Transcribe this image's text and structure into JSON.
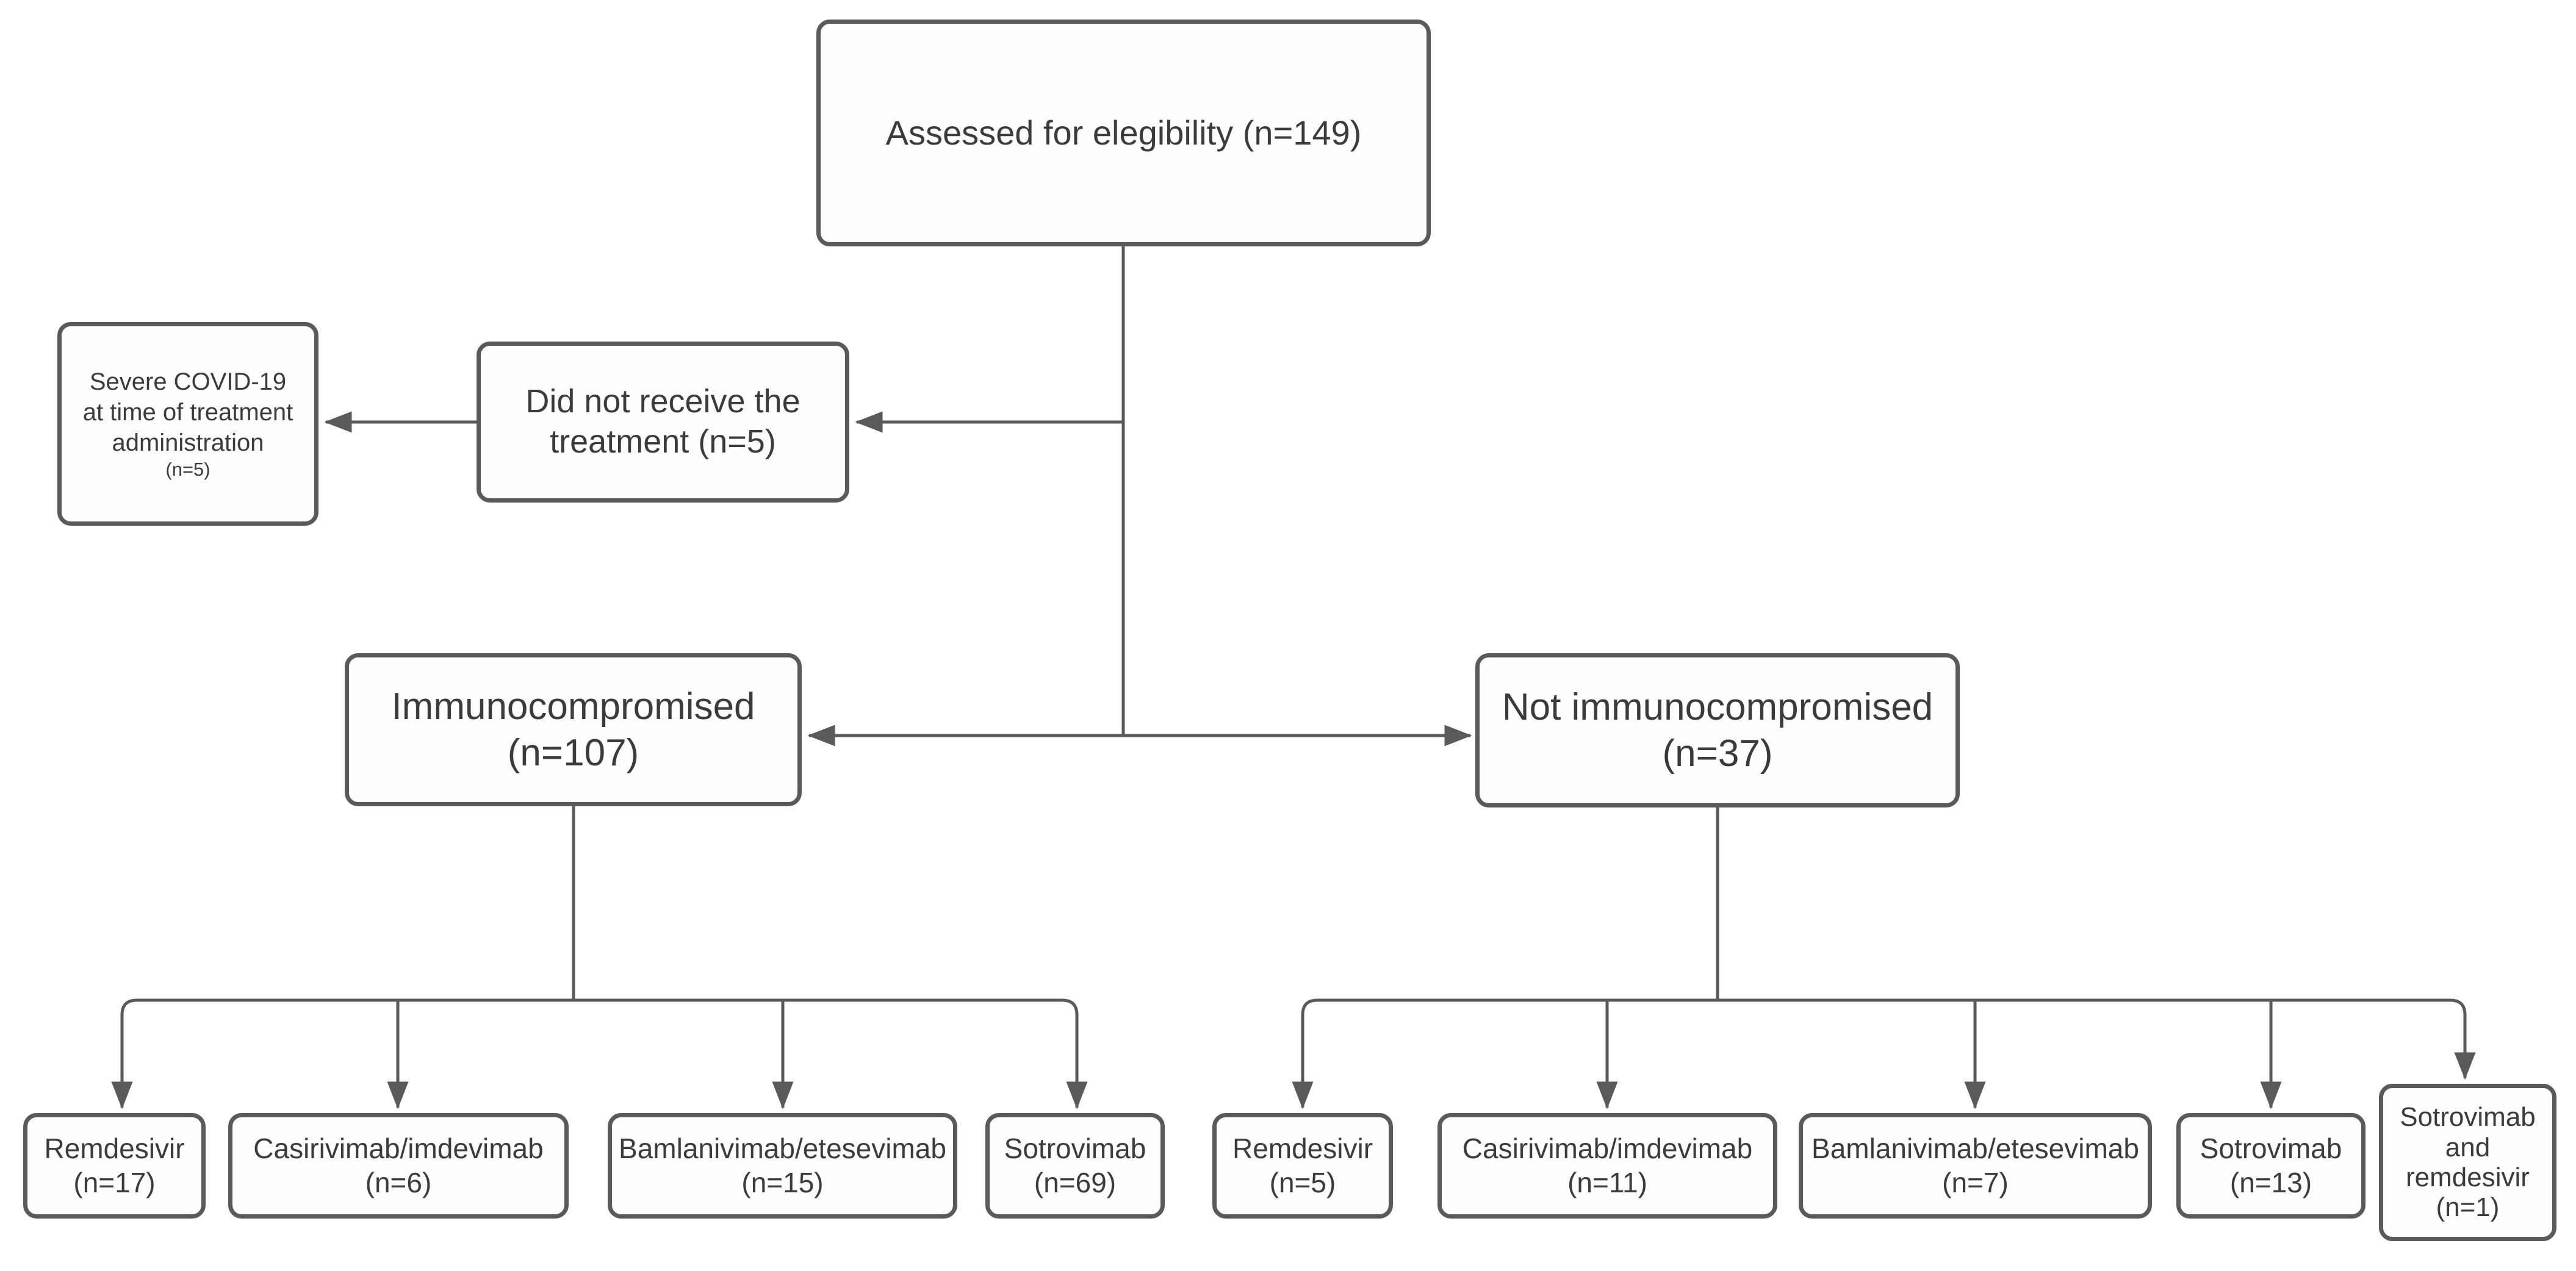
{
  "diagram": {
    "type": "flowchart",
    "colors": {
      "background": "#ffffff",
      "line": "#5a5a5a",
      "box_border": "#5a5a5a",
      "box_fill": "#fdfdfd",
      "text": "#3b3b3b"
    },
    "nodes": {
      "assessed": {
        "label": "Assessed for elegibility (n=149)"
      },
      "severe": {
        "label": "Severe COVID-19 at time of treatment administration",
        "n": "(n=5)"
      },
      "not_received": {
        "label": "Did not receive the treatment (n=5)"
      },
      "immuno": {
        "label": "Immunocompromised",
        "n": "(n=107)"
      },
      "not_immuno": {
        "label": "Not immunocompromised",
        "n": "(n=37)"
      },
      "ic_remdesivir": {
        "label": "Remdesivir",
        "n": "(n=17)"
      },
      "ic_casirivimab": {
        "label": "Casirivimab/imdevimab",
        "n": "(n=6)"
      },
      "ic_bamlanivimab": {
        "label": "Bamlanivimab/etesevimab",
        "n": "(n=15)"
      },
      "ic_sotrovimab": {
        "label": "Sotrovimab",
        "n": "(n=69)"
      },
      "ni_remdesivir": {
        "label": "Remdesivir",
        "n": "(n=5)"
      },
      "ni_casirivimab": {
        "label": "Casirivimab/imdevimab",
        "n": "(n=11)"
      },
      "ni_bamlanivimab": {
        "label": "Bamlanivimab/etesevimab",
        "n": "(n=7)"
      },
      "ni_sotrovimab": {
        "label": "Sotrovimab",
        "n": "(n=13)"
      },
      "ni_sotro_rem": {
        "label": "Sotrovimab and remdesivir",
        "n": "(n=1)"
      }
    },
    "edges": [
      {
        "from": "assessed",
        "to": "not_received"
      },
      {
        "from": "not_received",
        "to": "severe"
      },
      {
        "from": "assessed",
        "to": "immuno"
      },
      {
        "from": "assessed",
        "to": "not_immuno"
      },
      {
        "from": "immuno",
        "to": "ic_remdesivir"
      },
      {
        "from": "immuno",
        "to": "ic_casirivimab"
      },
      {
        "from": "immuno",
        "to": "ic_bamlanivimab"
      },
      {
        "from": "immuno",
        "to": "ic_sotrovimab"
      },
      {
        "from": "not_immuno",
        "to": "ni_remdesivir"
      },
      {
        "from": "not_immuno",
        "to": "ni_casirivimab"
      },
      {
        "from": "not_immuno",
        "to": "ni_bamlanivimab"
      },
      {
        "from": "not_immuno",
        "to": "ni_sotrovimab"
      },
      {
        "from": "not_immuno",
        "to": "ni_sotro_rem"
      }
    ]
  }
}
